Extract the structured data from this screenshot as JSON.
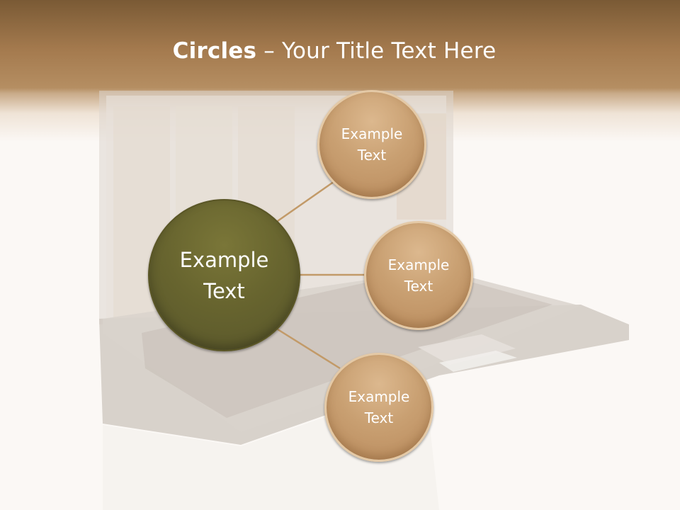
{
  "slide": {
    "title_bold": "Circles",
    "title_rest": " – Your Title Text Here"
  },
  "diagram": {
    "center": {
      "label": "Example Text"
    },
    "nodes": [
      {
        "label": "Example Text"
      },
      {
        "label": "Example Text"
      },
      {
        "label": "Example Text"
      }
    ]
  },
  "colors": {
    "header_brown": "#a47a4e",
    "center_circle": "#68652f",
    "node_circle": "#c9a072",
    "connector": "#c29a68",
    "background": "#fbf8f5"
  }
}
